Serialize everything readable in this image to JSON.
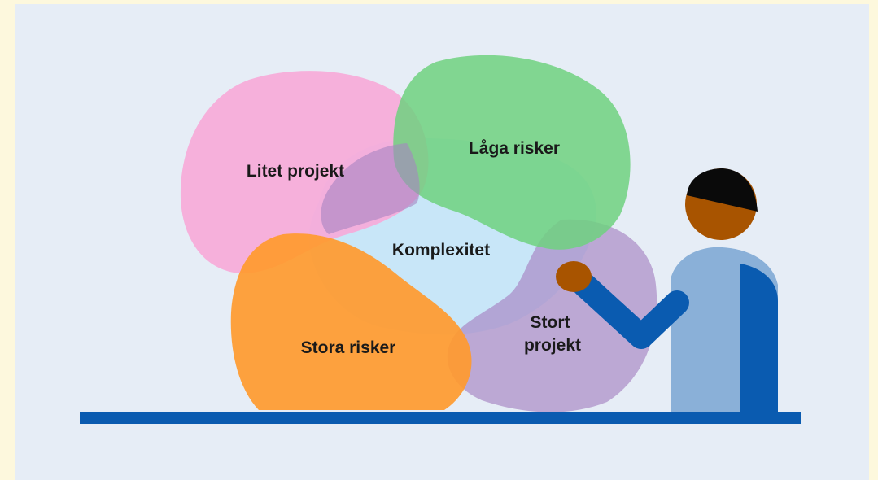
{
  "diagram": {
    "labels": {
      "litet_projekt": "Litet projekt",
      "laga_risker": "Låga risker",
      "komplexitet": "Komplexitet",
      "stora_risker": "Stora risker",
      "stort_projekt_line1": "Stort",
      "stort_projekt_line2": "projekt"
    },
    "colors": {
      "pink": "#f7a8d8",
      "green": "#6fd17f",
      "light_blue": "#c8e6f8",
      "purple": "#a683c2",
      "orange": "#ff9a2e",
      "floor": "#0a5bb0",
      "person_head_skin": "#a85400",
      "person_hair": "#0a0a0a",
      "person_body": "#8ab0d8",
      "person_arm": "#0a5bb0"
    }
  }
}
